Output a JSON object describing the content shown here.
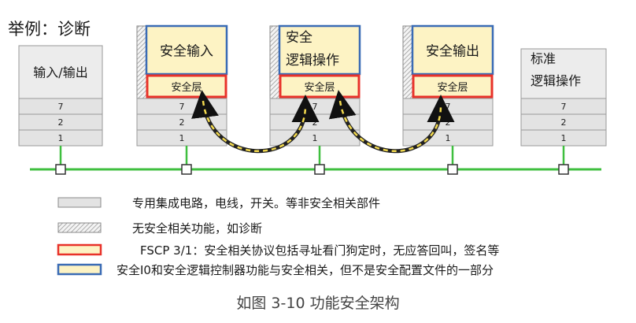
{
  "title": "举例：诊断",
  "caption": "如图 3-10 功能安全架构",
  "nodes": [
    {
      "label_lines": [
        "输入/输出"
      ],
      "kind": "standard",
      "layers": [
        "7",
        "2",
        "1"
      ]
    },
    {
      "label_lines": [
        "安全输入"
      ],
      "kind": "safety",
      "safety_layer": "安全层",
      "layers": [
        "7",
        "2",
        "1"
      ]
    },
    {
      "label_lines": [
        "安全",
        "逻辑操作"
      ],
      "kind": "safety",
      "safety_layer": "安全层",
      "layers": [
        "7",
        "2",
        "1"
      ]
    },
    {
      "label_lines": [
        "安全输出"
      ],
      "kind": "safety",
      "safety_layer": "安全层",
      "layers": [
        "7",
        "2",
        "1"
      ]
    },
    {
      "label_lines": [
        "标准",
        "逻辑操作"
      ],
      "kind": "standard",
      "layers": [
        "7",
        "2",
        "1"
      ]
    }
  ],
  "legend": [
    {
      "swatch": "gray",
      "text": "专用集成电路，电线，开关。等非安全相关部件"
    },
    {
      "swatch": "hatched",
      "text": "无安全相关功能，如诊断"
    },
    {
      "swatch": "red",
      "text": "FSCP 3/1：安全相关协议包括寻址看门狗定时，无应答回叫，签名等"
    },
    {
      "swatch": "blue",
      "text": "安全I0和安全逻辑控制器功能与安全相关，但不是安全配置文件的一部分"
    }
  ],
  "colors": {
    "bus": "#3fbf3f",
    "safety_fill": "#fdf3c4",
    "safety_border": "#3a6bb5",
    "safety_layer_border": "#e8322a",
    "gray_fill": "#e3e3e3",
    "arrow": "#222222",
    "arrow_dash": "#f2d94e"
  }
}
